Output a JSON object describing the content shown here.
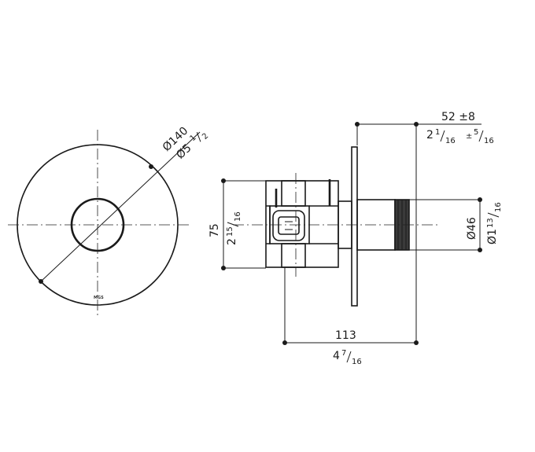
{
  "front_view": {
    "logo": "MGS"
  },
  "dimensions": {
    "plate_diameter_mm": "Ø140",
    "plate_diameter_in_whole": "Ø5",
    "plate_diameter_in_num": "1",
    "plate_diameter_in_den": "2",
    "protrusion_mm": "52 ±8",
    "protrusion_in_whole": "2",
    "protrusion_in_num": "1",
    "protrusion_in_den": "16",
    "protrusion_tol": "±",
    "protrusion_tol_num": "5",
    "protrusion_tol_den": "16",
    "body_height_mm": "75",
    "body_height_in_whole": "2",
    "body_height_in_num": "15",
    "body_height_in_den": "16",
    "handle_diameter_mm": "Ø46",
    "handle_diameter_in_whole": "Ø1",
    "handle_diameter_in_num": "13",
    "handle_diameter_in_den": "16",
    "depth_mm": "113",
    "depth_in_whole": "4",
    "depth_in_num": "7",
    "depth_in_den": "16"
  }
}
